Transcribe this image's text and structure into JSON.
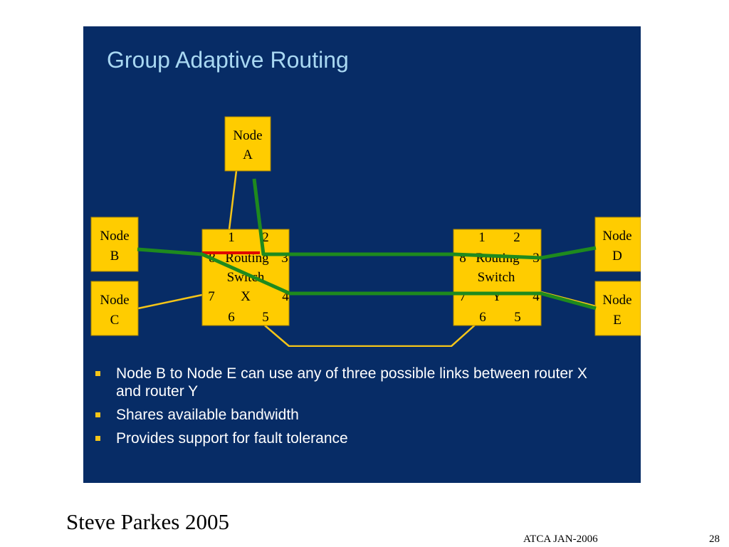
{
  "slide": {
    "title": "Group Adaptive Routing",
    "bullets": [
      "Node B to Node E can use any of three possible links between router X and router Y",
      "Shares available bandwidth",
      "Provides support for fault tolerance"
    ]
  },
  "diagram": {
    "nodes": {
      "a": {
        "line1": "Node",
        "line2": "A"
      },
      "b": {
        "line1": "Node",
        "line2": "B"
      },
      "c": {
        "line1": "Node",
        "line2": "C"
      },
      "d": {
        "line1": "Node",
        "line2": "D"
      },
      "e": {
        "line1": "Node",
        "line2": "E"
      }
    },
    "switch_x": {
      "ports": {
        "p1": "1",
        "p2": "2",
        "p3": "3",
        "p4": "4",
        "p5": "5",
        "p6": "6",
        "p7": "7",
        "p8": "8"
      },
      "line1": "Routing",
      "line2": "Switch",
      "id": "X"
    },
    "switch_y": {
      "ports": {
        "p1": "1",
        "p2": "2",
        "p3": "3",
        "p4": "4",
        "p5": "5",
        "p6": "6",
        "p7": "7",
        "p8": "8"
      },
      "line1": "Routing",
      "line2": "Switch",
      "id": "Y"
    },
    "colors": {
      "box": "#ffcc00",
      "link": "#f5c518",
      "route": "#1e8a1e",
      "blocked": "#e00000"
    }
  },
  "footer": {
    "author": "Steve Parkes 2005",
    "event": "ATCA JAN-2006",
    "page": "28"
  }
}
